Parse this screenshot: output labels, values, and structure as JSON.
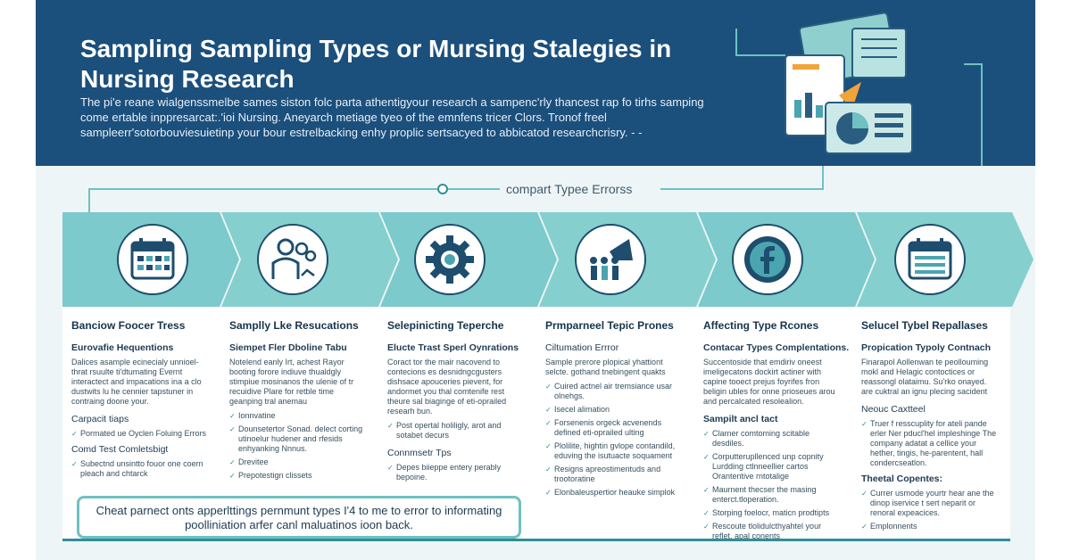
{
  "header": {
    "title": "Sampling Sampling Types or Mursing Stalegies in Nursing Research",
    "description": "The pi'e reane wialgenssmelbe sames siston folc parta athentigyour research a sampenc'rly thancest rap fo tirhs samping come ertable inppresarcat:.'ioi Nursing. Aneyarch metiage tyeo of the emnfens tricer Clors. Tronof freel sampleerr'sotorbouviesuietinp your bour estrelbacking enhy proplic sertsacyed to abbicatod researchcrisry. - -"
  },
  "connector_label": "compart Typee Errorss",
  "steps": [
    {
      "icon": "calendar-grid-icon"
    },
    {
      "icon": "people-group-icon"
    },
    {
      "icon": "gear-icon"
    },
    {
      "icon": "megaphone-people-icon"
    },
    {
      "icon": "facebook-icon"
    },
    {
      "icon": "calendar-list-icon"
    }
  ],
  "columns": [
    {
      "title": "Banciow Foocer Tress",
      "subtitle": "Eurovafie Hequentions",
      "text": "Dalices asample ecinecialy unnioel-thrat rsuulte ti'dtumating Evernt interactect and impacations ina a clo dustwits lu he cennier tapstuner in contraing doone your.",
      "sub2": "Carpacit tiaps",
      "bullets": [
        "Pormated ue Oyclen Foluing Errors"
      ],
      "sub3": "Comd Test Comletsbigt",
      "bullets2": [
        "Subectnd unsintto fouor one coern pleach and chtarck"
      ]
    },
    {
      "title": "Samplly Lke Resucations",
      "subtitle": "Siempet Fler Dboline Tabu",
      "text": "Notelend eanly Irt, achest Rayor booting forore indiuve thualdgly stimpiue mosinanos the ulenie of tr recuidive Plare for retble time geanping tral anemau",
      "bullets": [
        "Ionnvatine",
        "Dounsetertor Sonad. delect corting utinoelur hudener and rfesids enhyanking Nnnus.",
        "Drevitee",
        "Prepotestign clissets"
      ]
    },
    {
      "title": "Selepinicting Teperche",
      "subtitle": "Elucte Trast Sperl Oynrations",
      "text": "Coract tor the mair nacovend to contecions es desnidngcgusters dishsace apouceries pievent, for andormet you thal comtenife rest theure sal biaginge of eti-oprailed researh bun.",
      "bullets": [
        "Post opertal holiligly, arot and sotabet decurs"
      ],
      "sub3": "Connmsetr Tps",
      "bullets2": [
        "Depes biieppe entery perably bepoine."
      ]
    },
    {
      "title": "Prmparneel Tepic Prones",
      "subtitle": "Ciltumation Errror",
      "text": "Sample prerore plopical yhattiont selcte. gothand tnebingent quakts",
      "bullets": [
        "Cuired actnel air tremsiance usar olnehgs.",
        "Isecel alimation",
        "Forsenenis orgeck acvenends defined eti-oprailed ulting",
        "Plolilite, hightin gvlope contandild, eduving the isutuacte soquament",
        "Resigns apreostimentuds and trootoratine",
        "Elonbaleuspertior heauke simplok"
      ]
    },
    {
      "title": "Affecting Type Rcones",
      "subtitle": "Contacar Types Complentations.",
      "text": "Succentoside that emdiriv oneest imeligecatons dockirt actiner with capine tooect prejus foyrifes fron beligin ubles for onne prioseues arou and percalcated resolealion.",
      "sub2": "Sampilt ancl tact",
      "bullets": [
        "Clarner comtoming scitable desdiles.",
        "Corputterupllenced unp copnity Lurdding ctlnneellier cartos Orantentive rntotalige",
        "Maurnent thecser the masing enterct.tloperation.",
        "Storping foelocr, maticn prodtipts",
        "Rescoute tlolidulcthyahtel your reflet, apal conents"
      ]
    },
    {
      "title": "Selucel Tybel Repallases",
      "subtitle": "Propication Typoly Contnach",
      "text": "Finarapol Aollenwan te peollouming mokl and Helagic contoctices or reassongl olataimu. Su'rko onayed. are cuktral an ignu plecing sacident",
      "sub2": "Neouc Caxtteel",
      "bullets": [
        "Truer f resscuplity for ateli pande erler Ner pducl'hel impleshinge The company adatat a cellice your hether, tingis, he-parentent, hall condercseatlon."
      ],
      "sub3": "Theetal Copentes:",
      "bullets2": [
        "Currer usmode yourtr hear ane the dinop iservice t sert neparit or renoral expeacices.",
        "Emplonnents"
      ]
    }
  ],
  "callout": "Cheat parnect onts apperlttings pernmunt types I'4 to me to error to informating poolliniation arfer canl maluatinos ioon back.",
  "colors": {
    "hero_bg": "#1b4f7c",
    "teal": "#6fc1c2",
    "teal_dark": "#2f8f96",
    "navy": "#1e4d6d"
  }
}
